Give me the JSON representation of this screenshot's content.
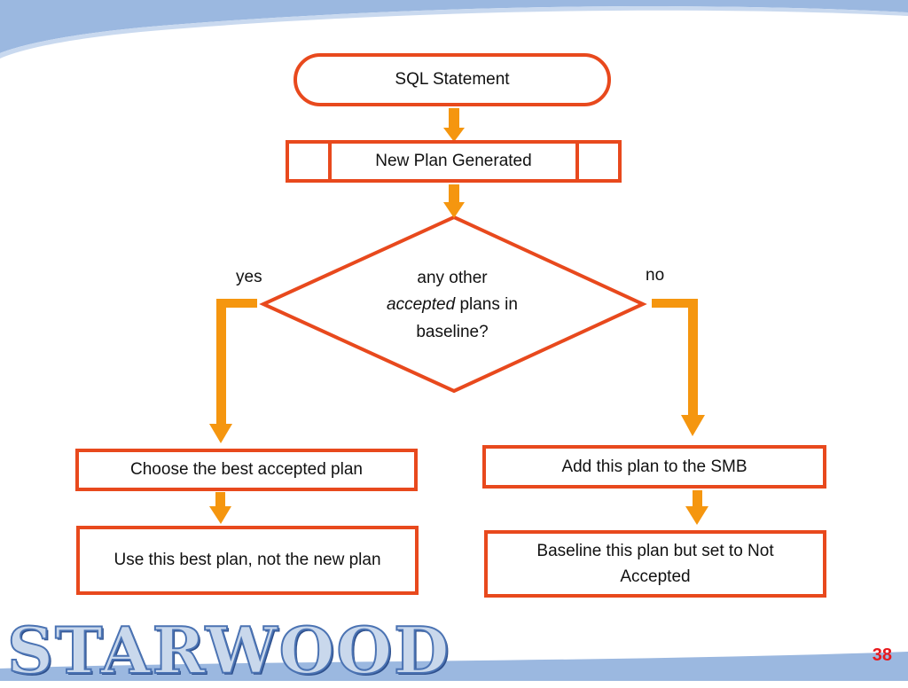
{
  "nodes": {
    "sql_statement": "SQL Statement",
    "new_plan_generated": "New Plan Generated",
    "decision": {
      "line1": "any other",
      "line2_em": "accepted",
      "line2_rest": " plans in",
      "line3": "baseline?"
    },
    "choose_best": "Choose the best accepted plan",
    "use_best": "Use this best plan, not the new plan",
    "add_to_smb": "Add this plan to the SMB",
    "baseline_not_accepted": "Baseline this plan but set to Not Accepted"
  },
  "branch_labels": {
    "yes": "yes",
    "no": "no"
  },
  "footer": {
    "logo_text": "STARWOOD",
    "page_number": "38"
  },
  "colors": {
    "node_border": "#e8491d",
    "arrow": "#f5960f",
    "header_band": "#9bb8e0",
    "page_number": "#e8191d"
  }
}
